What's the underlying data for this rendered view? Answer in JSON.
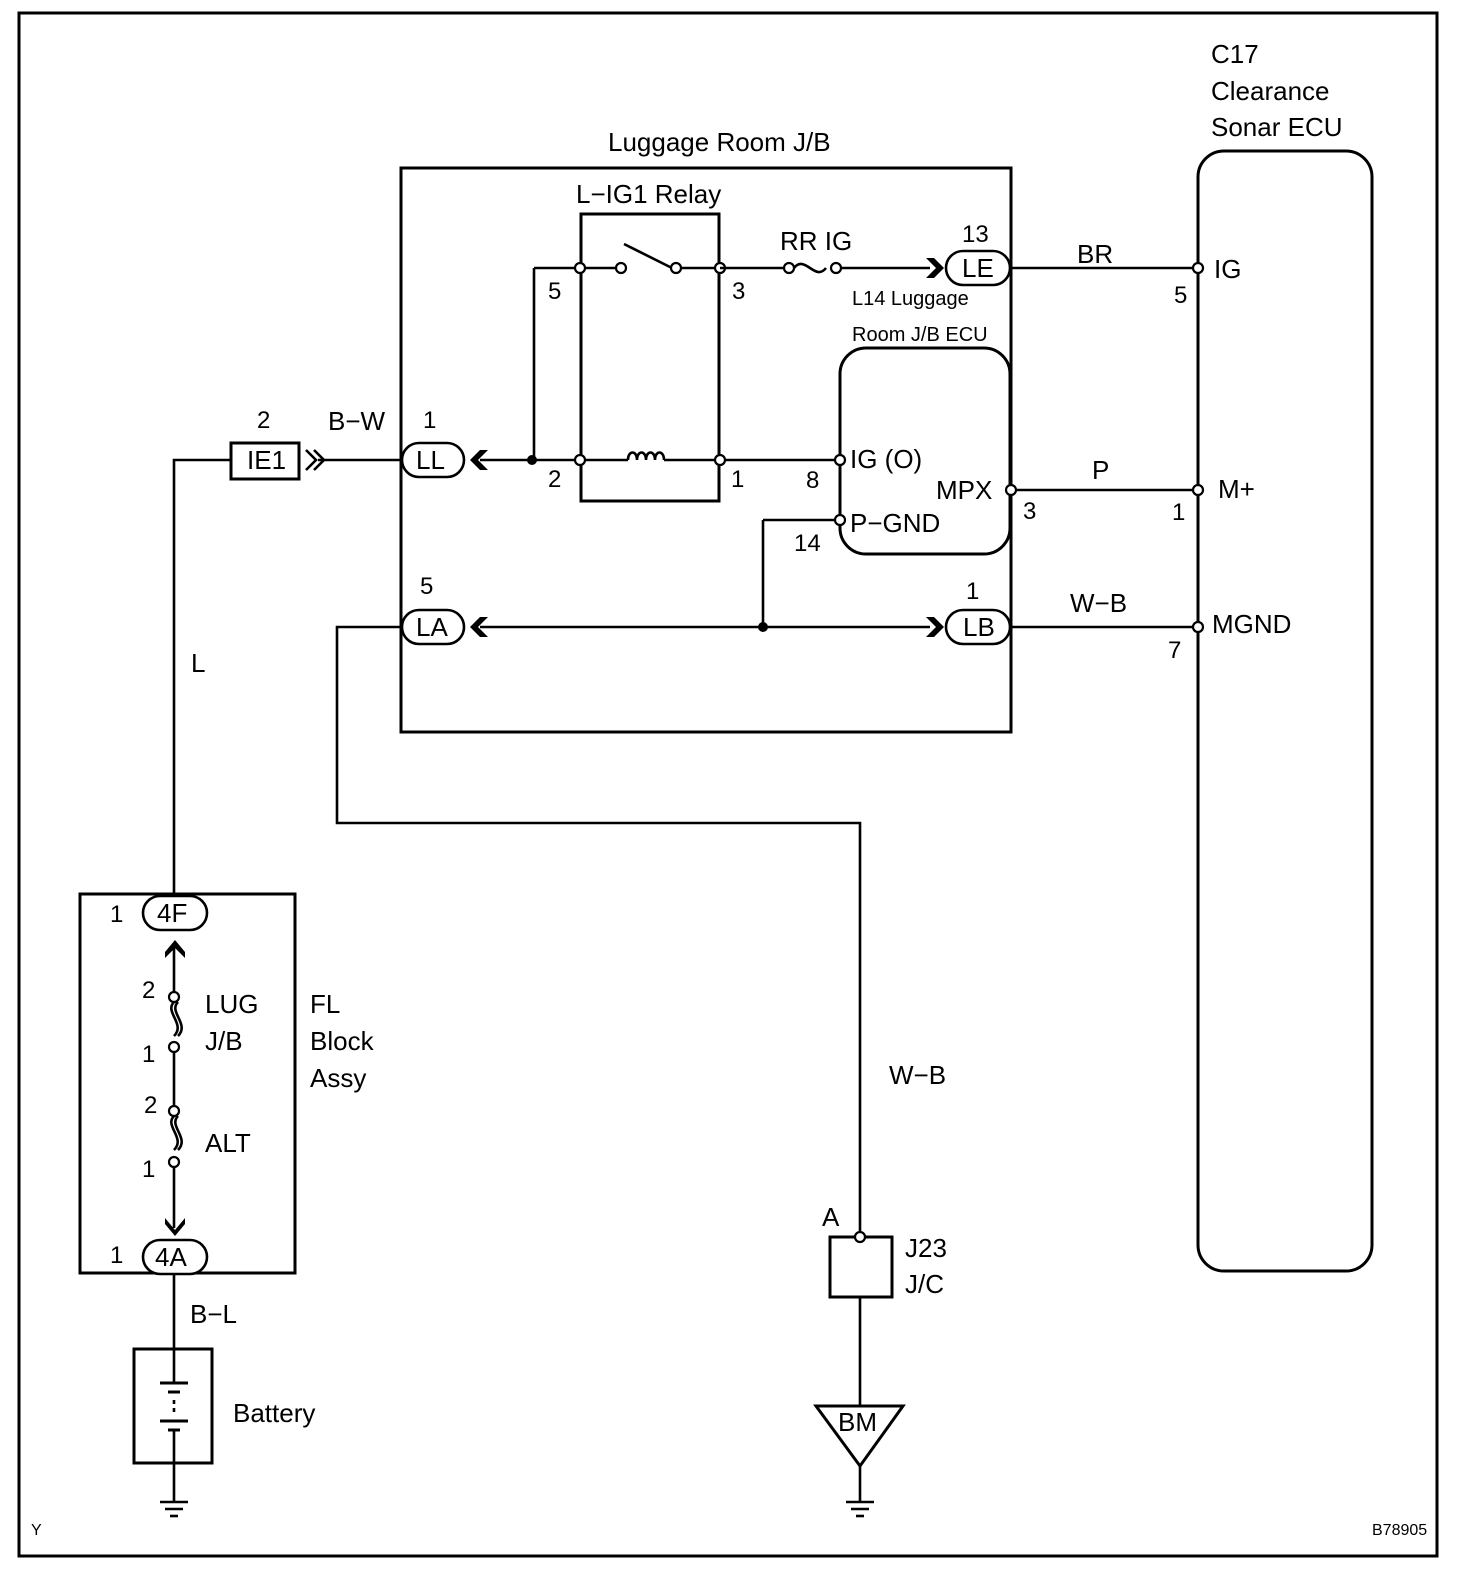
{
  "components": {
    "luggage_jb": "Luggage Room J/B",
    "relay": "L−IG1 Relay",
    "fuse_rrig": "RR IG",
    "ecu_label_1": "L14 Luggage",
    "ecu_label_2": "Room J/B ECU",
    "sonar": [
      "C17",
      "Clearance",
      "Sonar ECU"
    ],
    "fl_block": [
      "FL",
      "Block",
      "Assy"
    ],
    "fuse_lug": [
      "LUG",
      "J/B"
    ],
    "fuse_alt": "ALT",
    "battery": "Battery",
    "jc": [
      "J23",
      "J/C"
    ],
    "ground": "BM"
  },
  "connectors": {
    "ie1": "IE1",
    "ll": "LL",
    "la": "LA",
    "le": "LE",
    "lb": "LB",
    "c4f": "4F",
    "c4a": "4A"
  },
  "ecu_terminals": {
    "ig_o": "IG (O)",
    "mpx": "MPX",
    "pgnd": "P−GND"
  },
  "sonar_terminals": {
    "ig": "IG",
    "mplus": "M+",
    "mgnd": "MGND"
  },
  "wire_colors": {
    "bw": "B−W",
    "br": "BR",
    "p": "P",
    "wb_top": "W−B",
    "l": "L",
    "wb_bottom": "W−B",
    "bl": "B−L"
  },
  "pins": {
    "ie1": "2",
    "ll": "1",
    "la": "5",
    "le": "13",
    "lb": "1",
    "relay_5": "5",
    "relay_3": "3",
    "relay_2": "2",
    "relay_1": "1",
    "ecu_8": "8",
    "ecu_14": "14",
    "ecu_3": "3",
    "sonar_5": "5",
    "sonar_1": "1",
    "sonar_7": "7",
    "c4f": "1",
    "c4a": "1",
    "lug_2": "2",
    "lug_1": "1",
    "alt_2": "2",
    "alt_1": "1",
    "jc_a": "A"
  },
  "footer": {
    "left": "Y",
    "right": "B78905"
  }
}
